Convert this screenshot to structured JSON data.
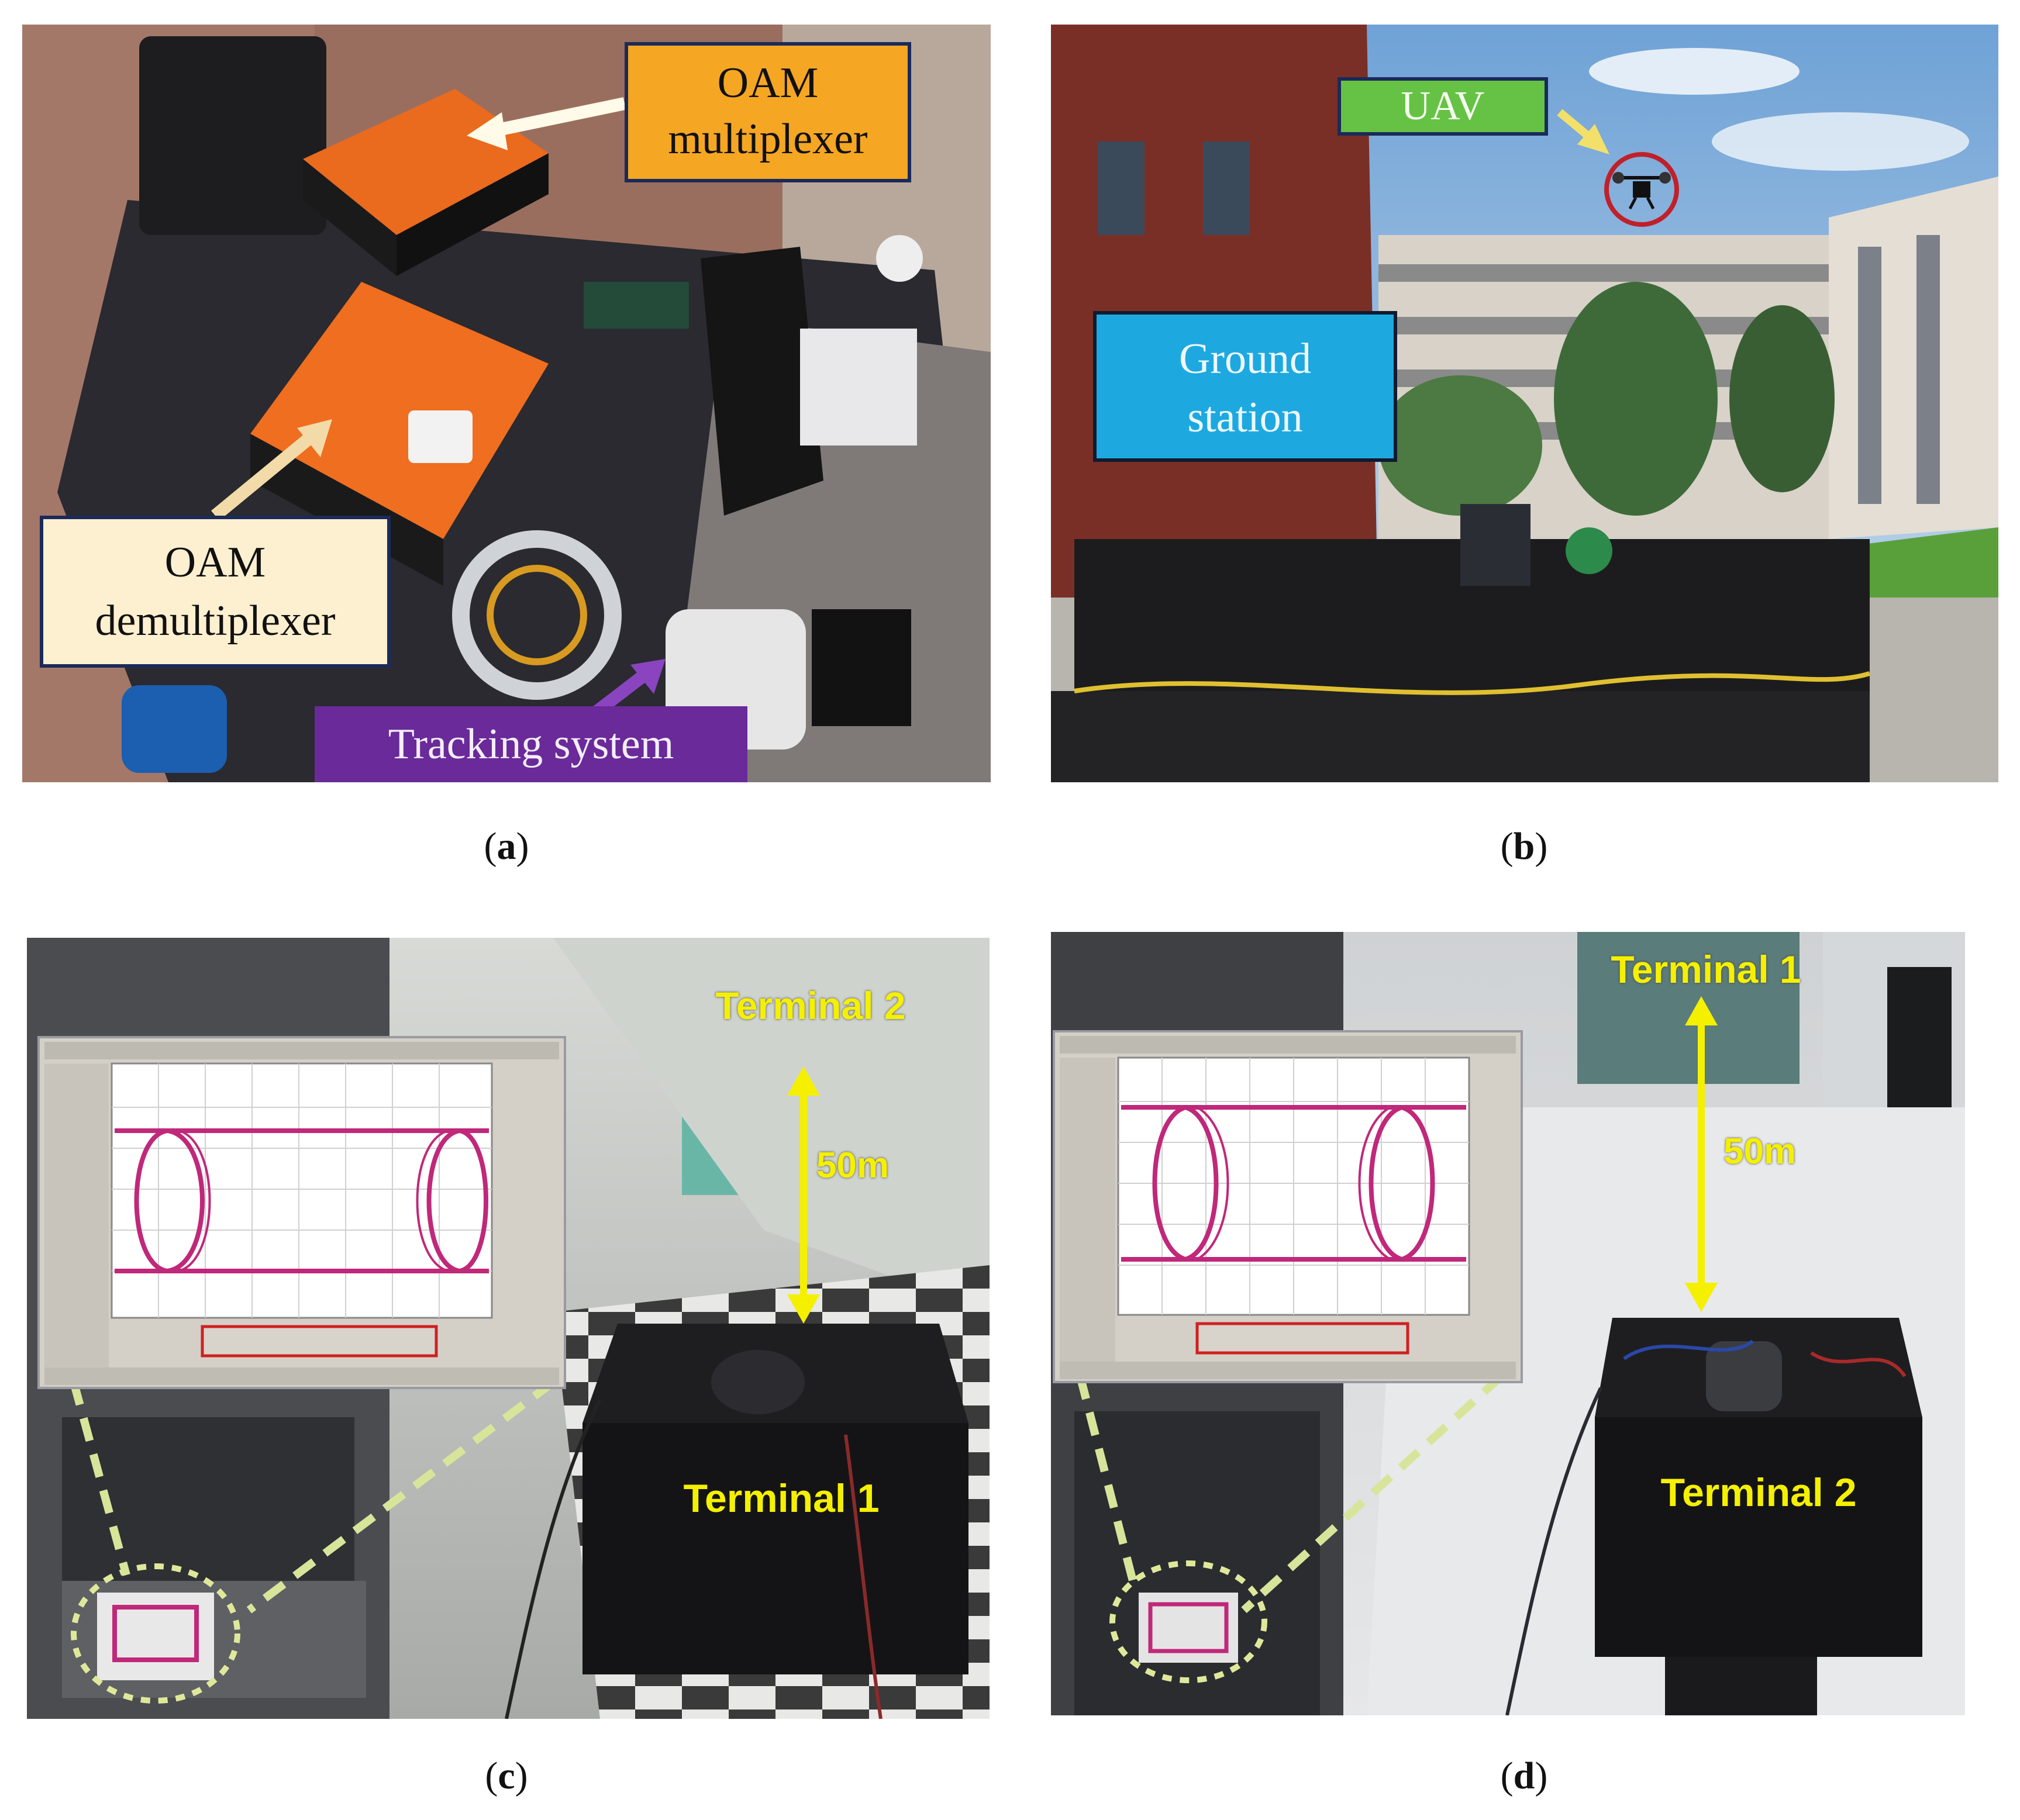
{
  "panel_a": {
    "labels": {
      "mux_line1": "OAM",
      "mux_line2": "multiplexer",
      "demux_line1": "OAM",
      "demux_line2": "demultiplexer",
      "tracking": "Tracking system"
    },
    "caption_letter": "a"
  },
  "panel_b": {
    "labels": {
      "uav": "UAV",
      "ground_line1": "Ground",
      "ground_line2": "station"
    },
    "caption_letter": "b"
  },
  "panel_c": {
    "labels": {
      "far_terminal": "Terminal 2",
      "distance": "50m",
      "near_terminal": "Terminal 1"
    },
    "caption_letter": "c"
  },
  "panel_d": {
    "labels": {
      "far_terminal": "Terminal 1",
      "distance": "50m",
      "near_terminal": "Terminal 2"
    },
    "caption_letter": "d"
  },
  "colors": {
    "orange_label": "#f5a623",
    "cream_label": "#fdf0d0",
    "purple_label": "#6a2a9a",
    "green_label": "#66c244",
    "blue_label": "#1da9e0",
    "yellow_text": "#f5f000",
    "eye_pink": "#c0287a"
  }
}
